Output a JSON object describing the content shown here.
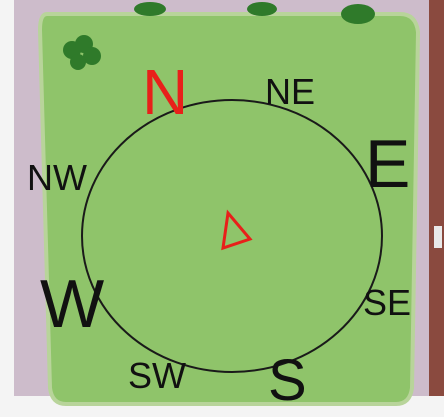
{
  "compass": {
    "north": "N",
    "northeast": "NE",
    "east": "E",
    "southeast": "SE",
    "south": "S",
    "southwest": "SW",
    "west": "W",
    "northwest": "NW"
  },
  "colors": {
    "field": "#8fc46a",
    "field_border": "#b8d49a",
    "path": "#cdbccb",
    "wall": "#8a4a3f",
    "tree": "#2f7a2a",
    "ring": "#1a1a1a",
    "north_label": "#e8201a",
    "player_marker": "#e8201a"
  },
  "icons": {
    "player": "player-direction-triangle",
    "tree": "tree-icon"
  }
}
